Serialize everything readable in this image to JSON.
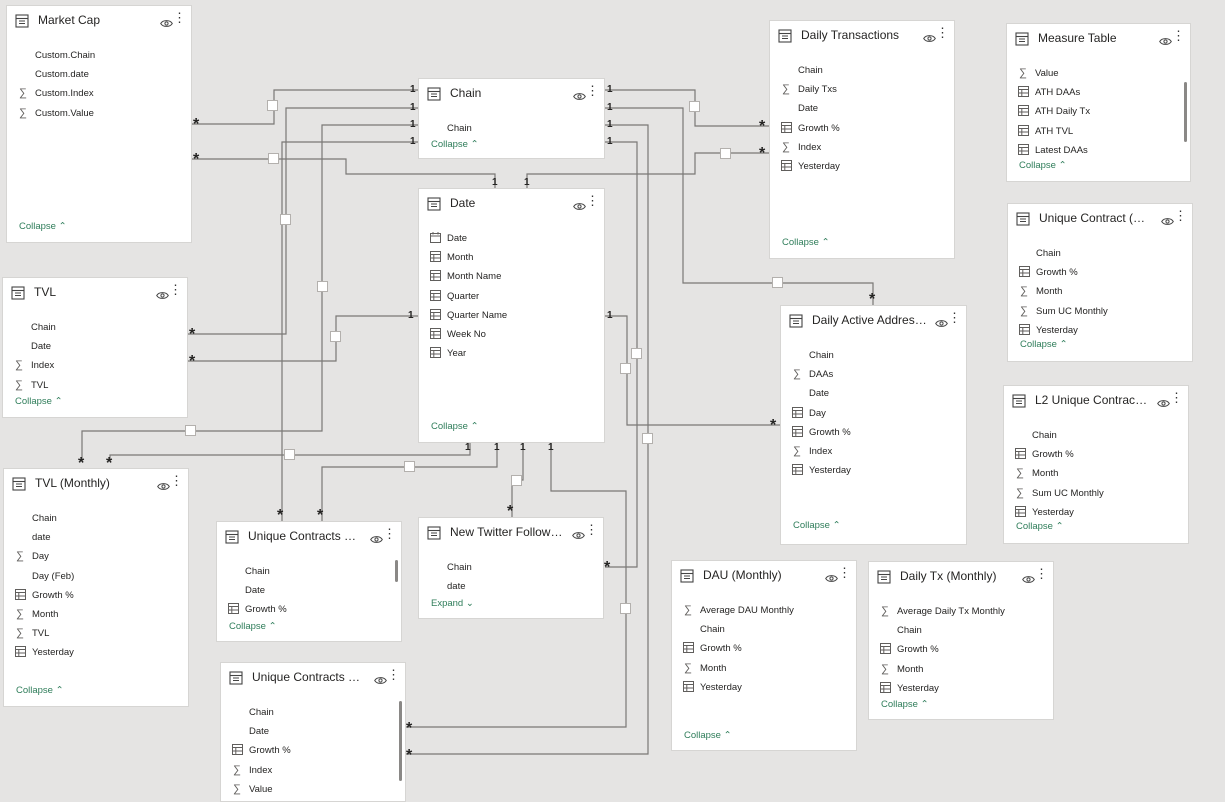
{
  "labels": {
    "collapse": "Collapse",
    "expand": "Expand"
  },
  "tables": {
    "market_cap": {
      "title": "Market Cap",
      "fields": [
        {
          "name": "Custom.Chain",
          "icon": ""
        },
        {
          "name": "Custom.date",
          "icon": ""
        },
        {
          "name": "Custom.Index",
          "icon": "sum"
        },
        {
          "name": "Custom.Value",
          "icon": "sum"
        }
      ]
    },
    "chain": {
      "title": "Chain",
      "fields": [
        {
          "name": "Chain",
          "icon": ""
        }
      ]
    },
    "daily_transactions": {
      "title": "Daily Transactions",
      "fields": [
        {
          "name": "Chain",
          "icon": ""
        },
        {
          "name": "Daily Txs",
          "icon": "sum"
        },
        {
          "name": "Date",
          "icon": ""
        },
        {
          "name": "Growth %",
          "icon": "calc"
        },
        {
          "name": "Index",
          "icon": "sum"
        },
        {
          "name": "Yesterday",
          "icon": "calc"
        }
      ]
    },
    "measure_table": {
      "title": "Measure Table",
      "fields": [
        {
          "name": "Value",
          "icon": "sum"
        },
        {
          "name": "ATH DAAs",
          "icon": "calc"
        },
        {
          "name": "ATH Daily Tx",
          "icon": "calc"
        },
        {
          "name": "ATH TVL",
          "icon": "calc"
        },
        {
          "name": "Latest DAAs",
          "icon": "calc"
        }
      ]
    },
    "date": {
      "title": "Date",
      "fields": [
        {
          "name": "Date",
          "icon": "cal"
        },
        {
          "name": "Month",
          "icon": "calc"
        },
        {
          "name": "Month Name",
          "icon": "calc"
        },
        {
          "name": "Quarter",
          "icon": "calc"
        },
        {
          "name": "Quarter Name",
          "icon": "calc"
        },
        {
          "name": "Week No",
          "icon": "calc"
        },
        {
          "name": "Year",
          "icon": "calc"
        }
      ]
    },
    "unique_contract_monthly": {
      "title": "Unique Contract (Mo...",
      "fields": [
        {
          "name": "Chain",
          "icon": ""
        },
        {
          "name": "Growth %",
          "icon": "calc"
        },
        {
          "name": "Month",
          "icon": "sum"
        },
        {
          "name": "Sum UC Monthly",
          "icon": "sum"
        },
        {
          "name": "Yesterday",
          "icon": "calc"
        }
      ]
    },
    "tvl": {
      "title": "TVL",
      "fields": [
        {
          "name": "Chain",
          "icon": ""
        },
        {
          "name": "Date",
          "icon": ""
        },
        {
          "name": "Index",
          "icon": "sum"
        },
        {
          "name": "TVL",
          "icon": "sum"
        }
      ]
    },
    "daily_active_addresses": {
      "title": "Daily Active Addresses",
      "fields": [
        {
          "name": "Chain",
          "icon": ""
        },
        {
          "name": "DAAs",
          "icon": "sum"
        },
        {
          "name": "Date",
          "icon": ""
        },
        {
          "name": "Day",
          "icon": "calc"
        },
        {
          "name": "Growth %",
          "icon": "calc"
        },
        {
          "name": "Index",
          "icon": "sum"
        },
        {
          "name": "Yesterday",
          "icon": "calc"
        }
      ]
    },
    "l2_unique_contract": {
      "title": "L2 Unique Contract (...",
      "fields": [
        {
          "name": "Chain",
          "icon": ""
        },
        {
          "name": "Growth %",
          "icon": "calc"
        },
        {
          "name": "Month",
          "icon": "sum"
        },
        {
          "name": "Sum UC Monthly",
          "icon": "sum"
        },
        {
          "name": "Yesterday",
          "icon": "calc"
        }
      ]
    },
    "tvl_monthly": {
      "title": "TVL (Monthly)",
      "fields": [
        {
          "name": "Chain",
          "icon": ""
        },
        {
          "name": "date",
          "icon": ""
        },
        {
          "name": "Day",
          "icon": "sum"
        },
        {
          "name": "Day (Feb)",
          "icon": ""
        },
        {
          "name": "Growth %",
          "icon": "calc"
        },
        {
          "name": "Month",
          "icon": "sum"
        },
        {
          "name": "TVL",
          "icon": "sum"
        },
        {
          "name": "Yesterday",
          "icon": "calc"
        }
      ]
    },
    "unique_contracts_de_1": {
      "title": "Unique Contracts De...",
      "fields": [
        {
          "name": "Chain",
          "icon": ""
        },
        {
          "name": "Date",
          "icon": ""
        },
        {
          "name": "Growth %",
          "icon": "calc"
        }
      ]
    },
    "new_twitter_followers": {
      "title": "New Twitter Follower...",
      "fields": [
        {
          "name": "Chain",
          "icon": ""
        },
        {
          "name": "date",
          "icon": ""
        }
      ]
    },
    "dau_monthly": {
      "title": "DAU (Monthly)",
      "fields": [
        {
          "name": "Average DAU Monthly",
          "icon": "sum"
        },
        {
          "name": "Chain",
          "icon": ""
        },
        {
          "name": "Growth %",
          "icon": "calc"
        },
        {
          "name": "Month",
          "icon": "sum"
        },
        {
          "name": "Yesterday",
          "icon": "calc"
        }
      ]
    },
    "daily_tx_monthly": {
      "title": "Daily Tx (Monthly)",
      "fields": [
        {
          "name": "Average Daily Tx Monthly",
          "icon": "sum"
        },
        {
          "name": "Chain",
          "icon": ""
        },
        {
          "name": "Growth %",
          "icon": "calc"
        },
        {
          "name": "Month",
          "icon": "sum"
        },
        {
          "name": "Yesterday",
          "icon": "calc"
        }
      ]
    },
    "unique_contracts_de_2": {
      "title": "Unique Contracts De...",
      "fields": [
        {
          "name": "Chain",
          "icon": ""
        },
        {
          "name": "Date",
          "icon": ""
        },
        {
          "name": "Growth %",
          "icon": "calc"
        },
        {
          "name": "Index",
          "icon": "sum"
        },
        {
          "name": "Value",
          "icon": "sum"
        }
      ]
    }
  },
  "cardinality": {
    "one": "1",
    "many": "*"
  }
}
